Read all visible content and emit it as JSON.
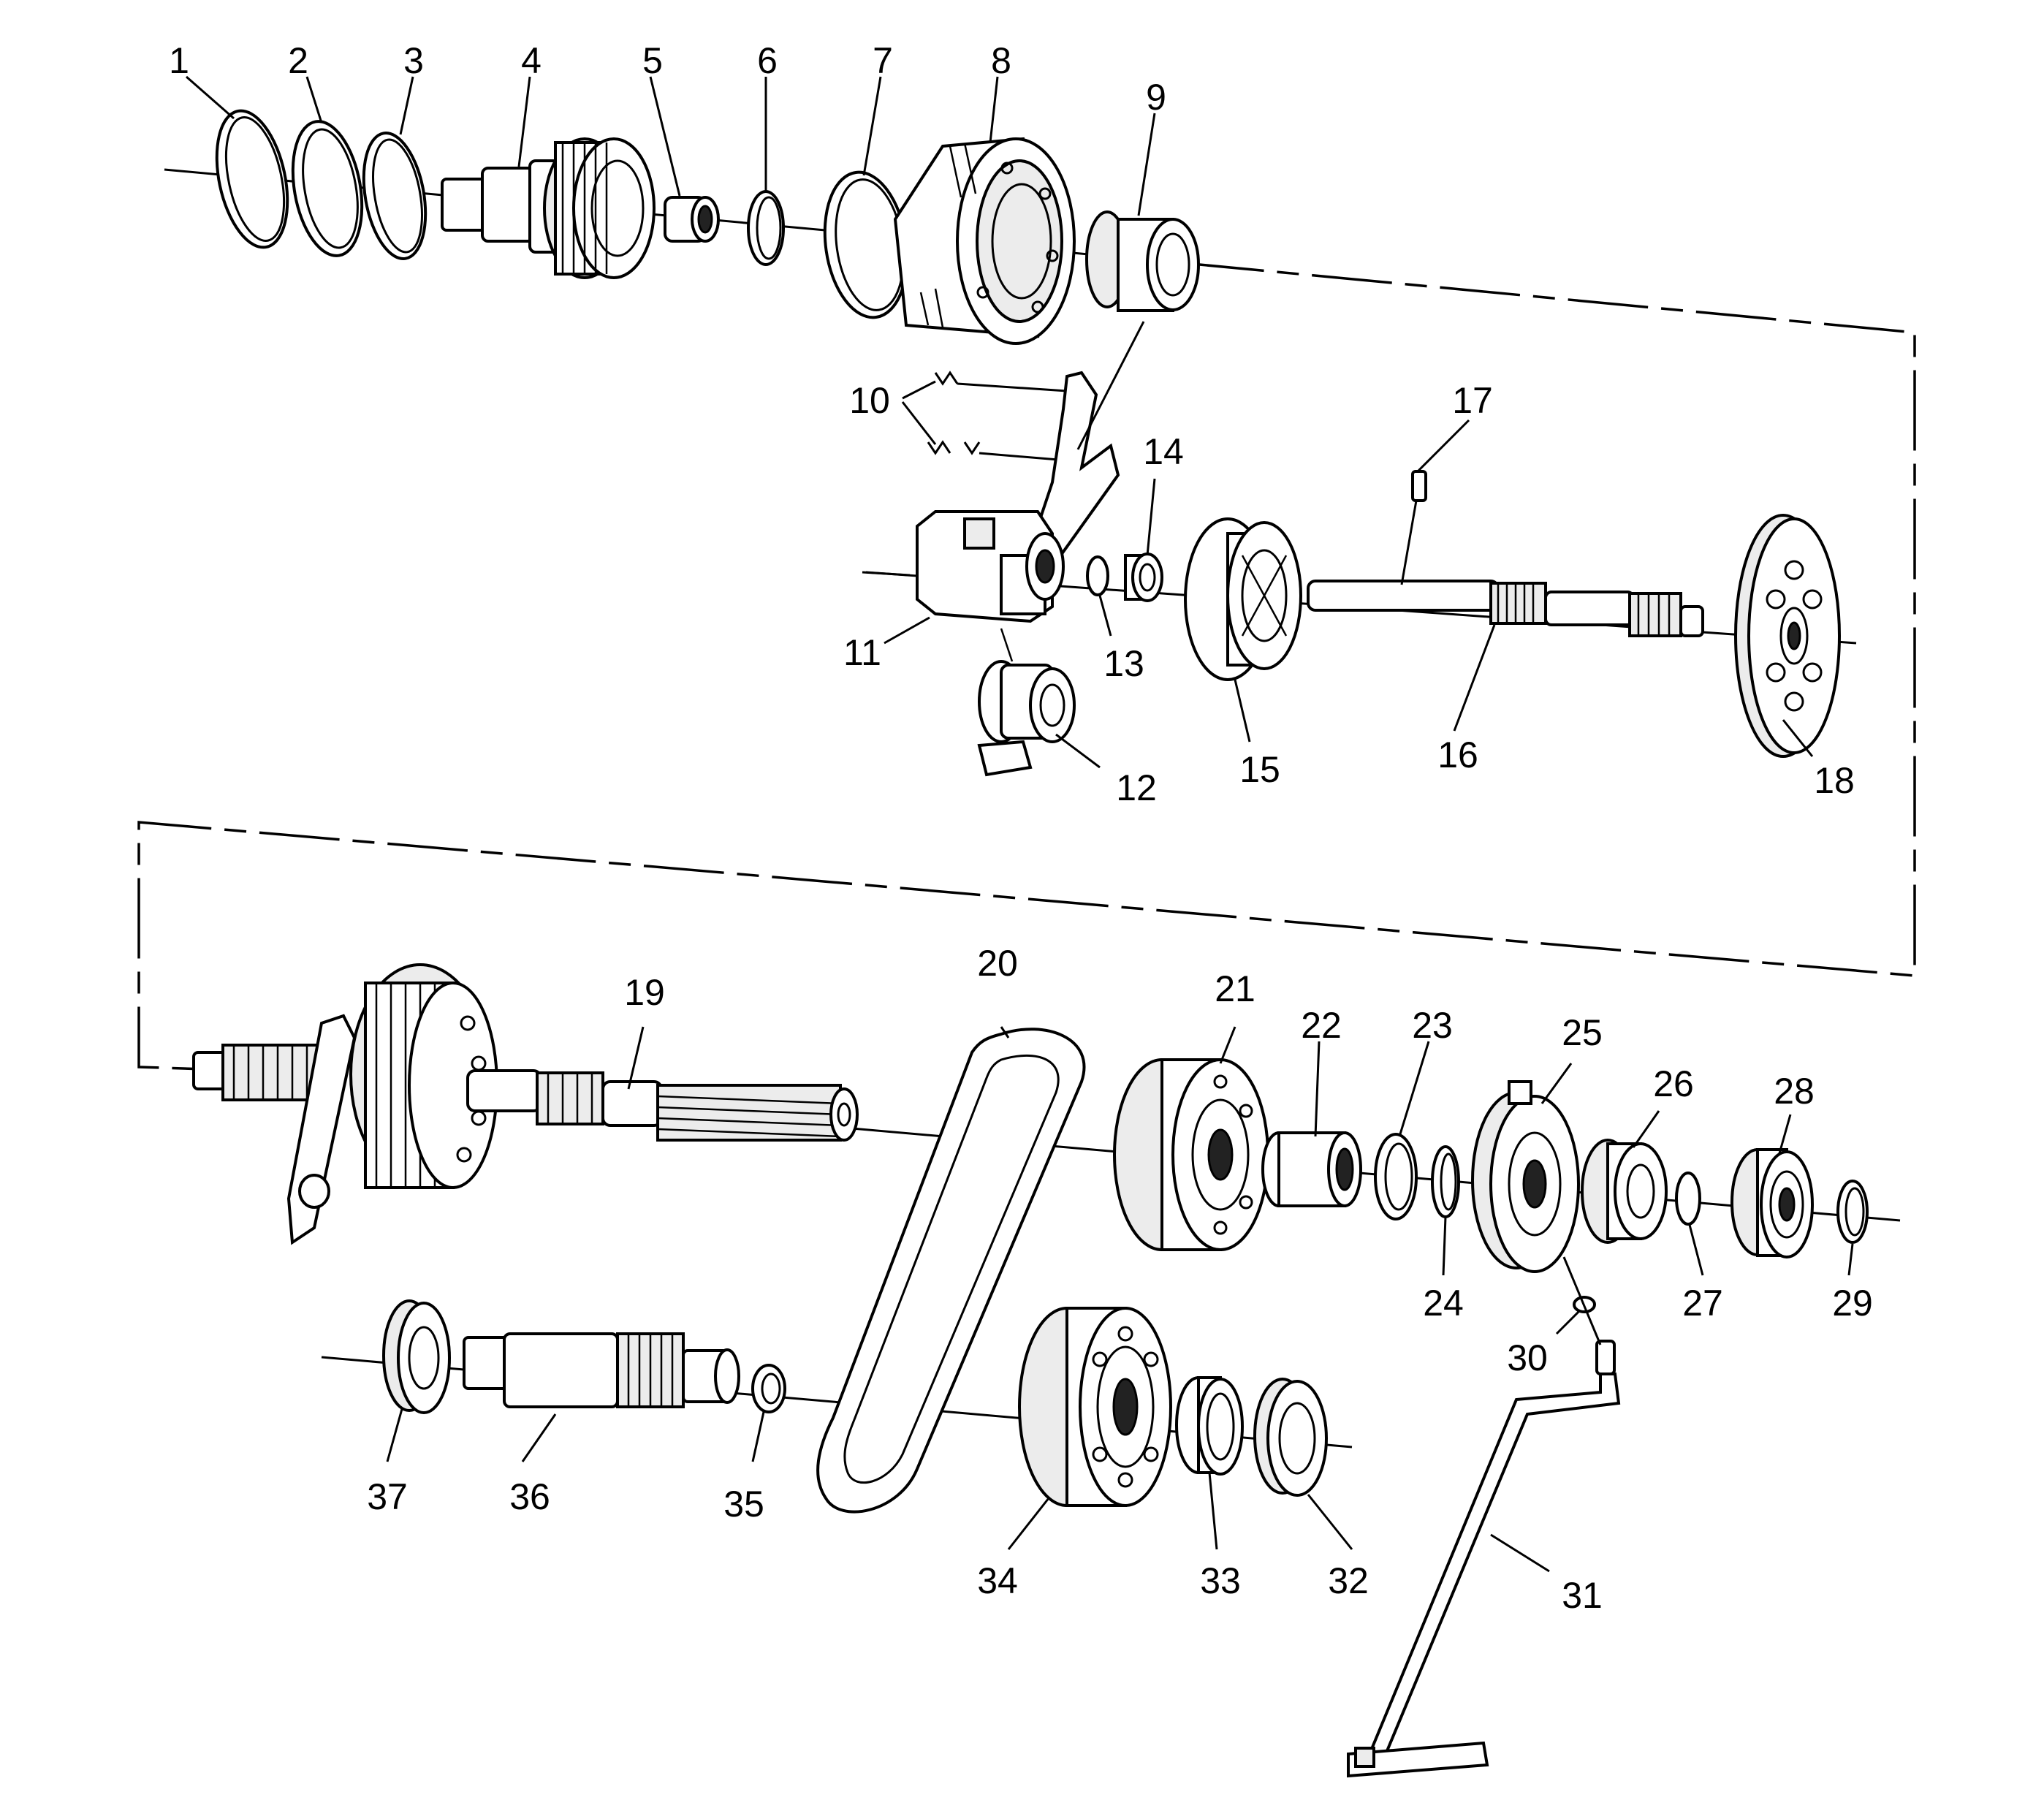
{
  "diagram": {
    "callouts": [
      "1",
      "2",
      "3",
      "4",
      "5",
      "6",
      "7",
      "8",
      "9",
      "10",
      "11",
      "12",
      "13",
      "14",
      "15",
      "16",
      "17",
      "18",
      "19",
      "20",
      "21",
      "22",
      "23",
      "24",
      "25",
      "26",
      "27",
      "28",
      "29",
      "30",
      "31",
      "32",
      "33",
      "34",
      "35",
      "36",
      "37"
    ]
  }
}
